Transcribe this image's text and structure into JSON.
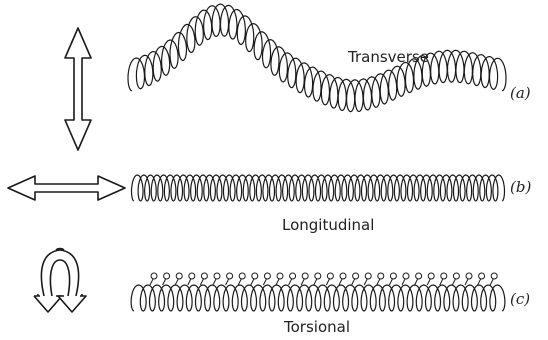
{
  "labels": {
    "transverse": "Transverse",
    "longitudinal": "Longitudinal",
    "torsional": "Torsional"
  },
  "tags": {
    "a": "(a)",
    "b": "(b)",
    "c": "(c)"
  },
  "colors": {
    "ink": "#1a1a1a",
    "background": "#ffffff"
  },
  "icons": {
    "transverse_motion": "vertical-double-arrow-icon",
    "longitudinal_motion": "horizontal-double-arrow-icon",
    "torsional_motion": "twist-arrows-icon"
  }
}
